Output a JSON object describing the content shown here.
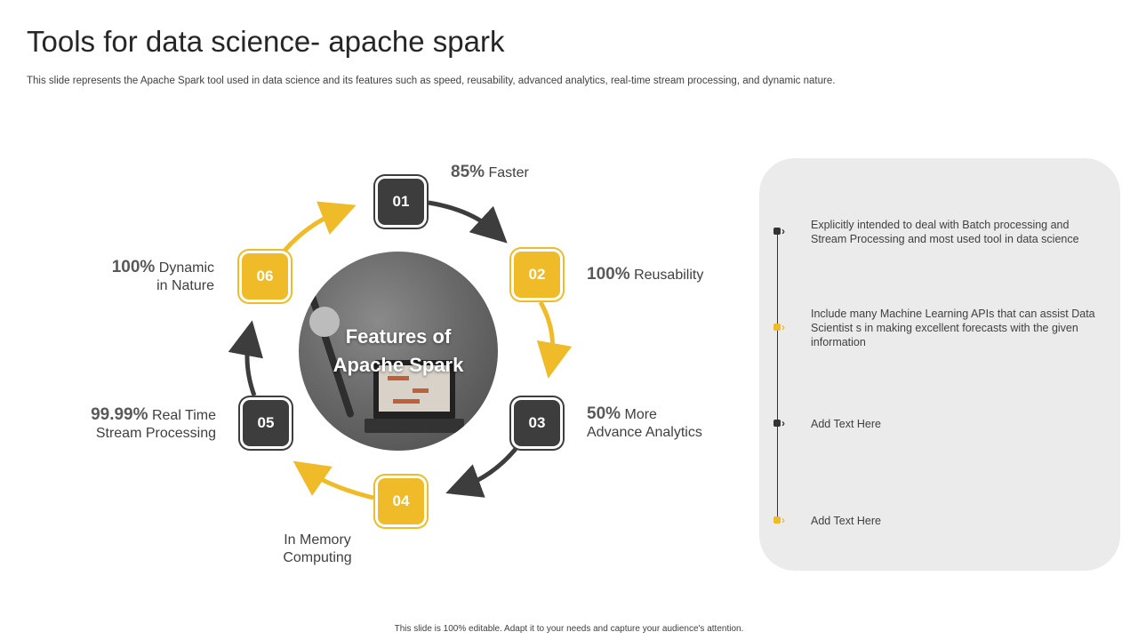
{
  "header": {
    "title": "Tools for data science- apache spark",
    "subtitle": "This slide represents the Apache Spark tool used in data science and its features such as speed, reusability, advanced analytics, real-time stream processing, and dynamic nature."
  },
  "center": {
    "line1": "Features of",
    "line2": "Apache Spark"
  },
  "steps": [
    {
      "number": "01",
      "percent": "85%",
      "label": "Faster"
    },
    {
      "number": "02",
      "percent": "100%",
      "label": "Reusability"
    },
    {
      "number": "03",
      "percent": "50%",
      "label_line1": "More",
      "label_line2": "Advance Analytics"
    },
    {
      "number": "04",
      "label_line1": "In Memory",
      "label_line2": "Computing"
    },
    {
      "number": "05",
      "percent": "99.99%",
      "label_line1": "Real Time",
      "label_line2": "Stream Processing"
    },
    {
      "number": "06",
      "percent": "100%",
      "label_line1": "Dynamic",
      "label_line2": "in Nature"
    }
  ],
  "panel": {
    "items": [
      {
        "text": "Explicitly intended to deal with Batch processing and Stream Processing and most used tool in data science"
      },
      {
        "text": "Include many Machine Learning APIs that can assist Data Scientist s in making excellent forecasts with the given information"
      },
      {
        "text": "Add Text Here"
      },
      {
        "text": "Add Text Here"
      }
    ]
  },
  "footer": {
    "text": "This slide is 100% editable. Adapt it to your needs and capture your audience's attention."
  },
  "colors": {
    "dark": "#3d3d3d",
    "gold": "#f0bb28",
    "panel": "#ebebeb"
  }
}
